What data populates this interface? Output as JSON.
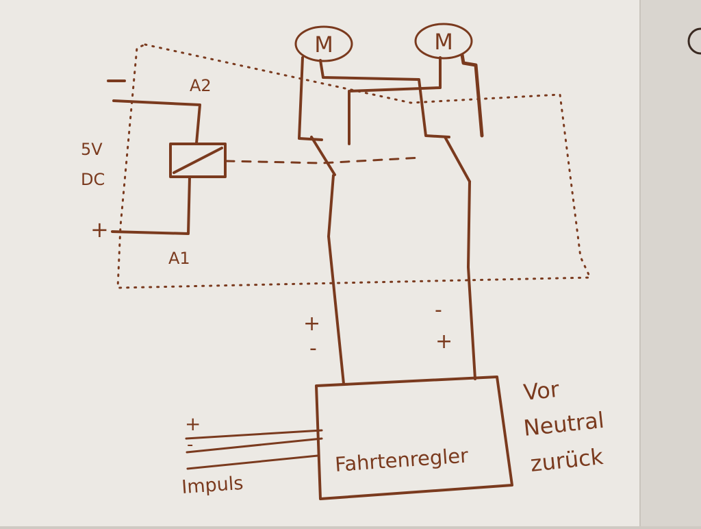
{
  "colors": {
    "paper": "#ece9e4",
    "paper_shadow": "#d9d5cf",
    "ink": "#7a3a1e",
    "ink_highlight": "#b0522a"
  },
  "motors": {
    "left": {
      "symbol": "M"
    },
    "right": {
      "symbol": "M"
    }
  },
  "relay": {
    "minus_label": "-",
    "plus_label": "+",
    "terminal_top": "A2",
    "terminal_bottom": "A1",
    "voltage": "5V",
    "current_type": "DC"
  },
  "polarity": {
    "left_upper": "+",
    "left_lower": "-",
    "right_upper": "-",
    "right_lower": "+"
  },
  "controller": {
    "label": "Fahrtenregler",
    "input_plus": "+",
    "input_minus": "-",
    "impulse_label": "Impuls"
  },
  "modes": [
    "Vor",
    "Neutral",
    "zurück"
  ]
}
